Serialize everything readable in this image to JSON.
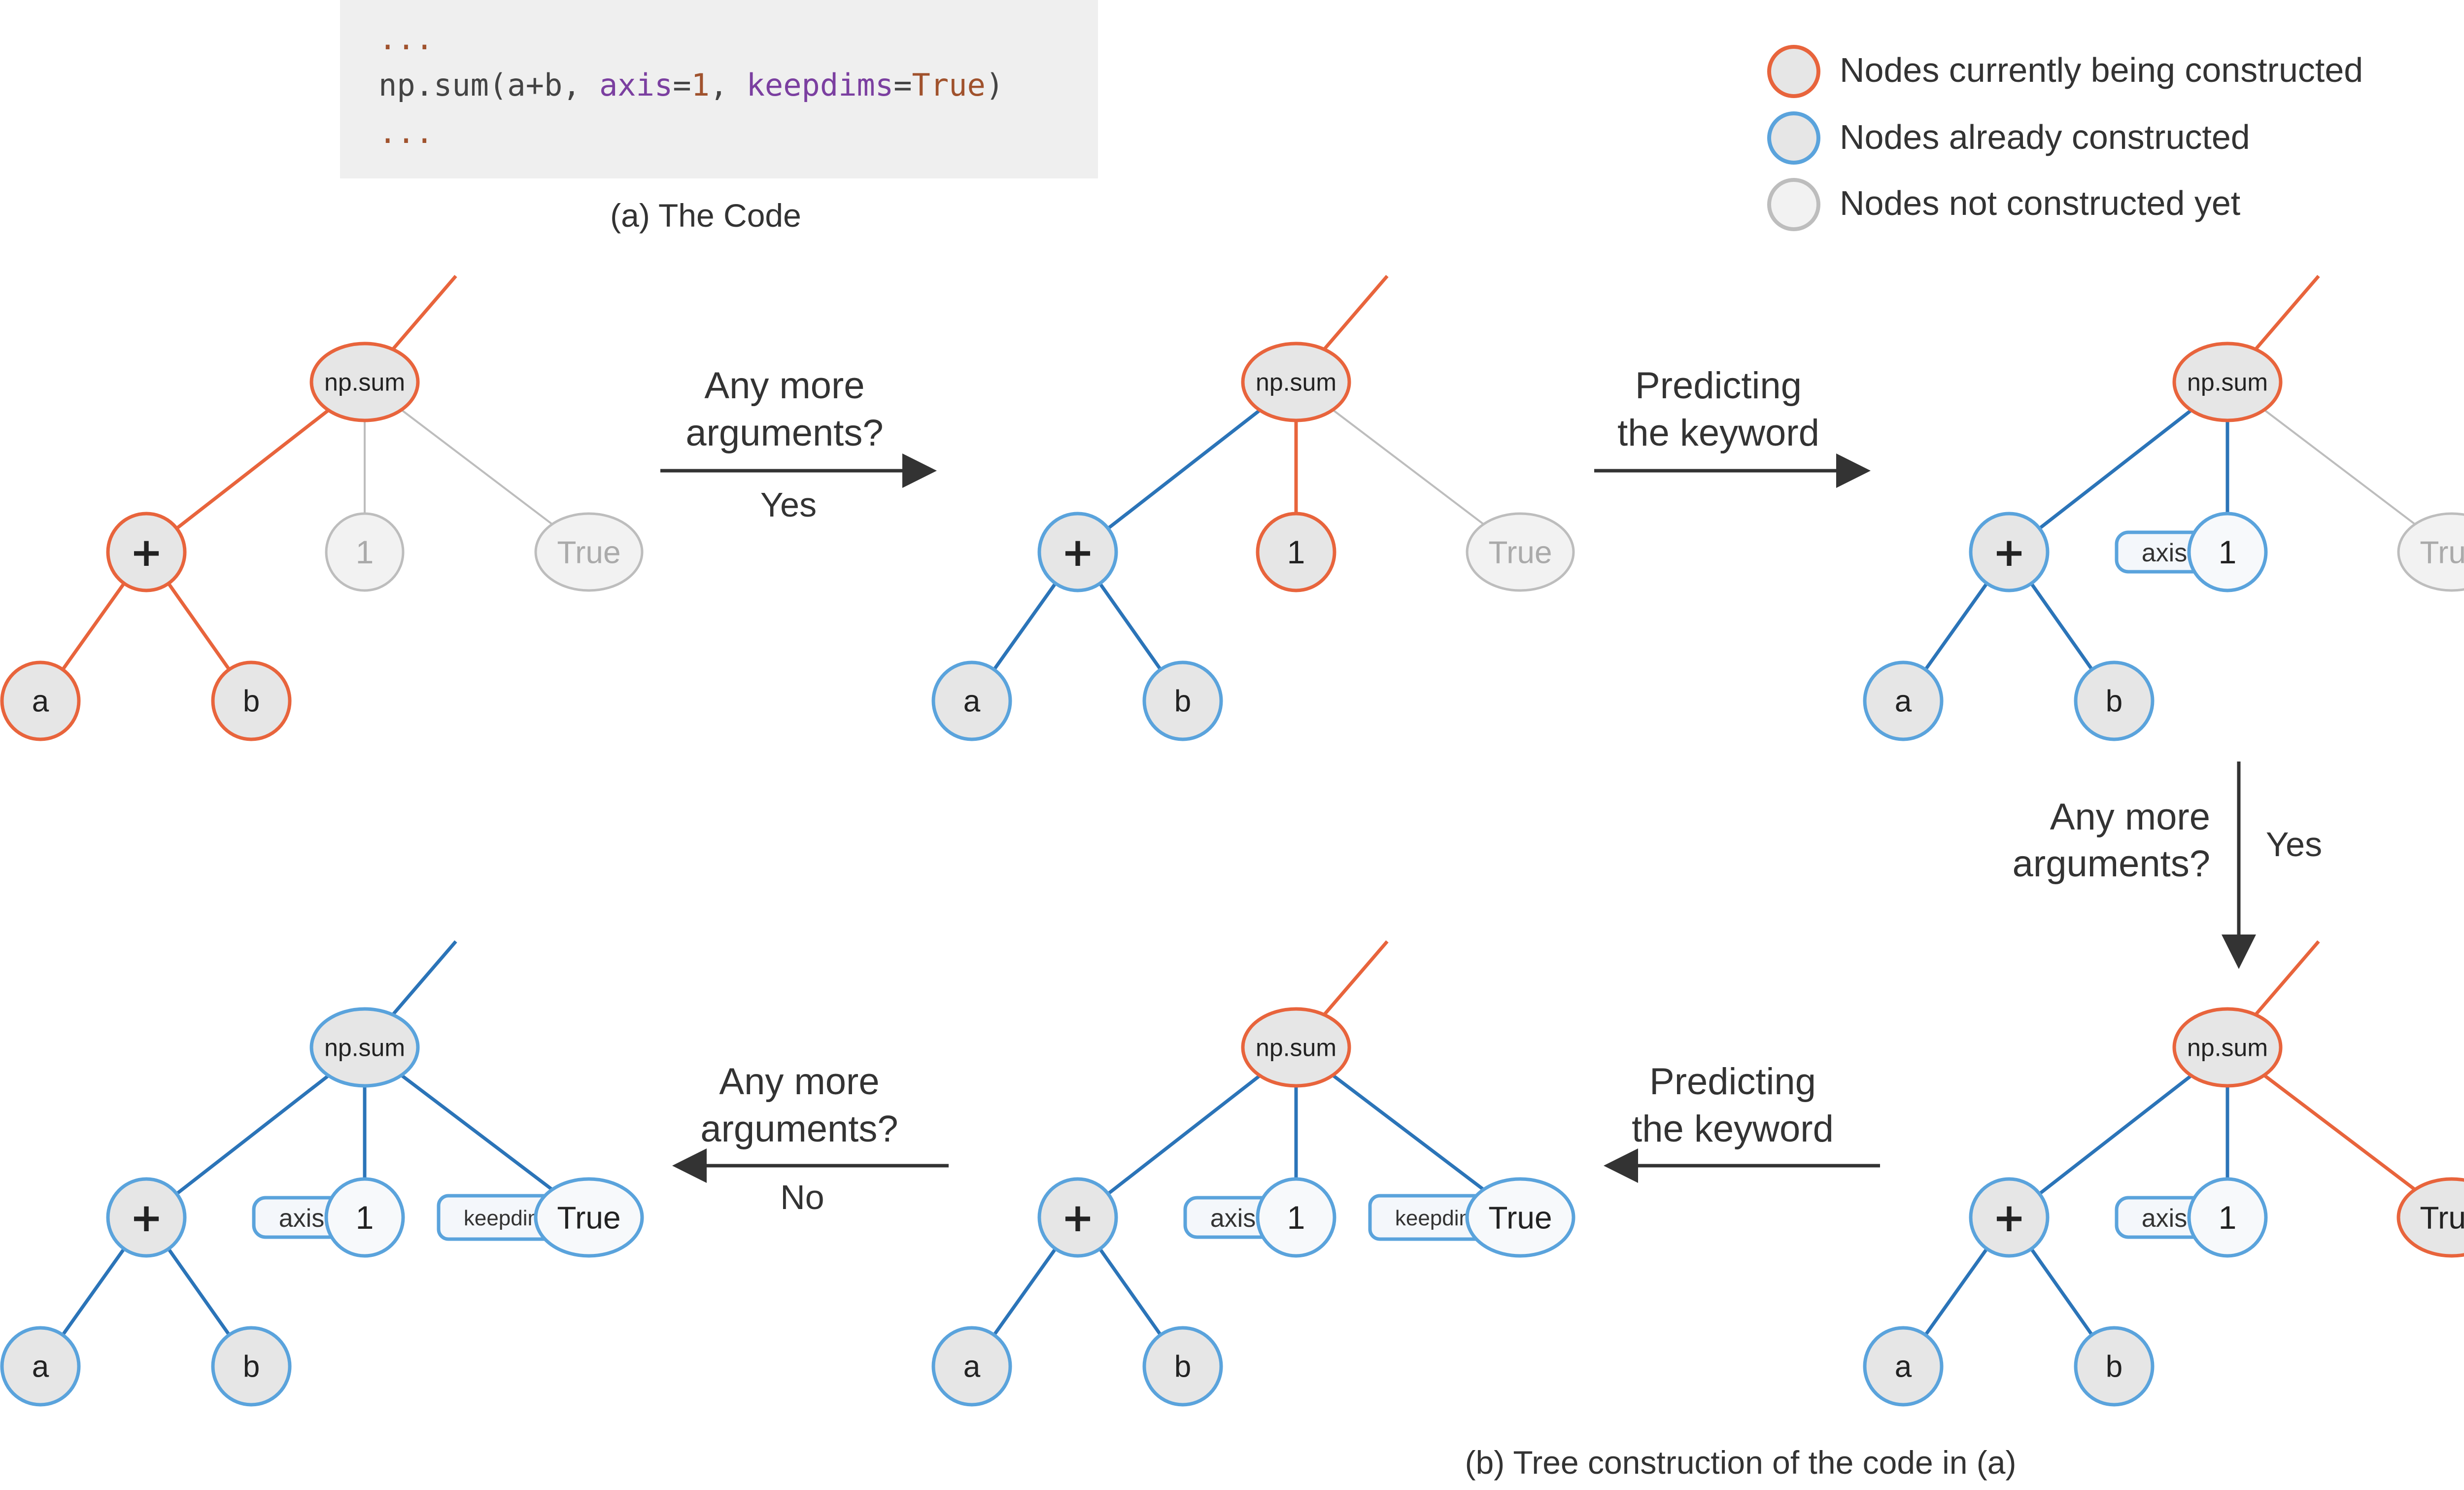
{
  "colors": {
    "current": "#E8643C",
    "done": "#2B74B8",
    "done_ring": "#5AA3DC",
    "pending": "#BDBDBD",
    "node_fill": "#E6E6E6",
    "keyword_fill": "#F4F7FB",
    "yes": "#1E9A4A",
    "no": "#E5202E",
    "code_bg": "#EFEFEF",
    "code_plain": "#444444",
    "code_kw": "#7B3FA0",
    "code_num": "#A0522D"
  },
  "code": {
    "line1": "...",
    "line2_func": "np.sum(a+b, ",
    "line2_kw1": "axis",
    "line2_eq1": "=",
    "line2_val1": "1",
    "line2_sep": ", ",
    "line2_kw2": "keepdims",
    "line2_eq2": "=",
    "line2_val2": "True",
    "line2_close": ")",
    "line3": "...",
    "caption": "(a) The Code"
  },
  "legend": {
    "current": "Nodes currently being constructed",
    "done": "Nodes already constructed",
    "pending": "Nodes not constructed yet"
  },
  "nodes": {
    "root": "np.sum",
    "op": "+",
    "left": "a",
    "right": "b",
    "arg1": "1",
    "arg2": "True",
    "kw1": "axis",
    "kw2": "keepdims"
  },
  "steps": {
    "s1": {
      "line1": "Any more",
      "line2": "arguments?",
      "answer": "Yes"
    },
    "s2": {
      "line1": "Predicting",
      "line2": "the keyword"
    },
    "s3": {
      "line1": "Any more",
      "line2": "arguments?",
      "answer": "Yes"
    },
    "s4": {
      "line1": "Predicting",
      "line2": "the keyword"
    },
    "s5": {
      "line1": "Any more",
      "line2": "arguments?",
      "answer": "No"
    }
  },
  "caption_b": "(b) Tree construction of the code in (a)",
  "trees": [
    {
      "id": "t1",
      "root": "current",
      "plus": "current",
      "a": "current",
      "b": "current",
      "arg1": "pending",
      "arg2": "pending",
      "kw1": false,
      "kw2": false,
      "line_parent": "current",
      "line_root_plus": "current",
      "line_plus_a": "current",
      "line_plus_b": "current",
      "line_root_arg1": "pending",
      "line_root_arg2": "pending"
    },
    {
      "id": "t2",
      "root": "current",
      "plus": "done",
      "a": "done",
      "b": "done",
      "arg1": "current",
      "arg2": "pending",
      "kw1": false,
      "kw2": false,
      "line_parent": "current",
      "line_root_plus": "done",
      "line_plus_a": "done",
      "line_plus_b": "done",
      "line_root_arg1": "current",
      "line_root_arg2": "pending"
    },
    {
      "id": "t3",
      "root": "current",
      "plus": "done",
      "a": "done",
      "b": "done",
      "arg1": "done",
      "arg2": "pending",
      "kw1": true,
      "kw2": false,
      "line_parent": "current",
      "line_root_plus": "done",
      "line_plus_a": "done",
      "line_plus_b": "done",
      "line_root_arg1": "done",
      "line_root_arg2": "pending"
    },
    {
      "id": "t4",
      "root": "current",
      "plus": "done",
      "a": "done",
      "b": "done",
      "arg1": "done",
      "arg2": "current",
      "kw1": true,
      "kw2": false,
      "line_parent": "current",
      "line_root_plus": "done",
      "line_plus_a": "done",
      "line_plus_b": "done",
      "line_root_arg1": "done",
      "line_root_arg2": "current"
    },
    {
      "id": "t5",
      "root": "current",
      "plus": "done",
      "a": "done",
      "b": "done",
      "arg1": "done",
      "arg2": "done",
      "kw1": true,
      "kw2": true,
      "line_parent": "current",
      "line_root_plus": "done",
      "line_plus_a": "done",
      "line_plus_b": "done",
      "line_root_arg1": "done",
      "line_root_arg2": "done"
    },
    {
      "id": "t6",
      "root": "done",
      "plus": "done",
      "a": "done",
      "b": "done",
      "arg1": "done",
      "arg2": "done",
      "kw1": true,
      "kw2": true,
      "line_parent": "done",
      "line_root_plus": "done",
      "line_plus_a": "done",
      "line_plus_b": "done",
      "line_root_arg1": "done",
      "line_root_arg2": "done"
    }
  ]
}
